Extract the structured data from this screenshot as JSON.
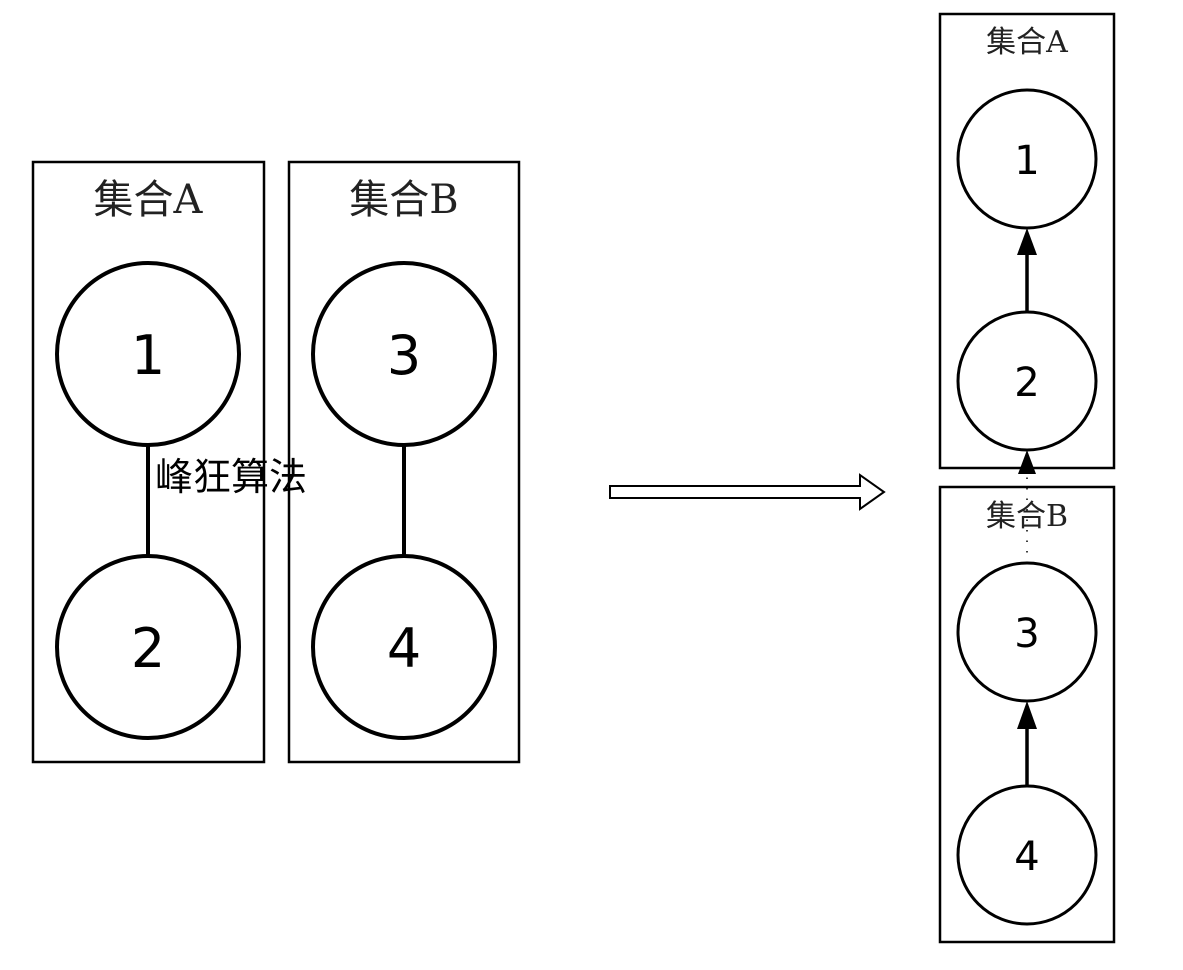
{
  "left_diagram": {
    "set_a": {
      "label": "集合A",
      "nodes": [
        "1",
        "2"
      ]
    },
    "set_b": {
      "label": "集合B",
      "nodes": [
        "3",
        "4"
      ]
    }
  },
  "caption": "峰狂算法",
  "right_diagram": {
    "set_a": {
      "label": "集合A",
      "nodes": [
        "1",
        "2"
      ]
    },
    "set_b": {
      "label": "集合B",
      "nodes": [
        "3",
        "4"
      ]
    }
  }
}
